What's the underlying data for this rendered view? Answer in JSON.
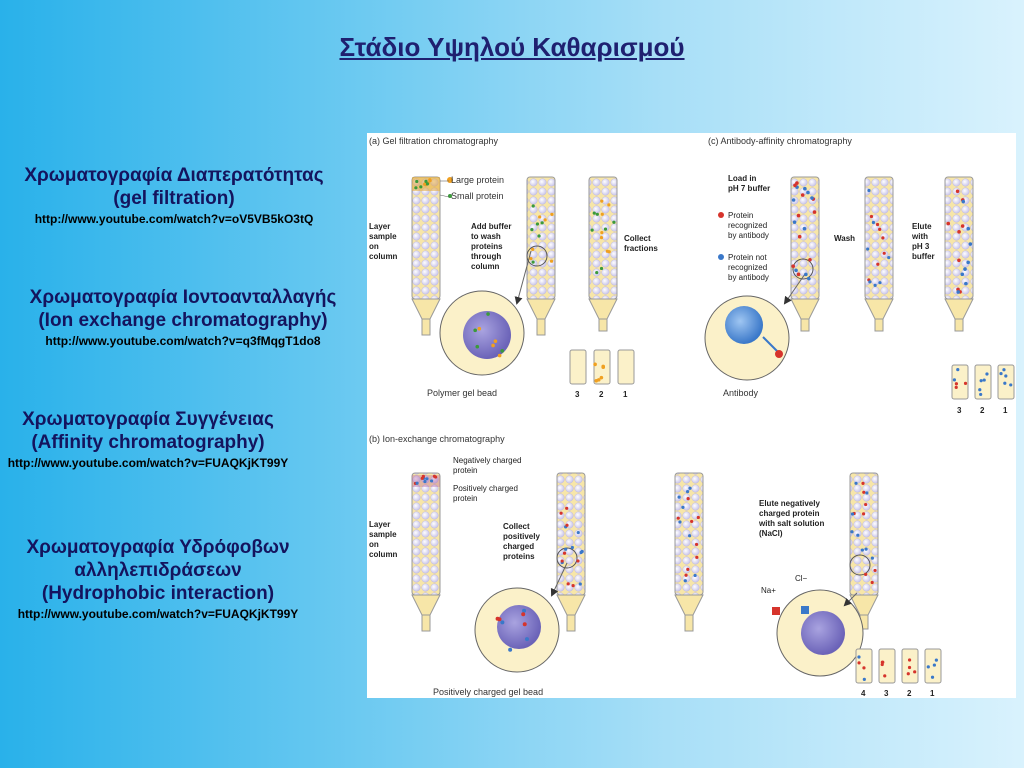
{
  "title": "Στάδιο Υψηλού Καθαρισμού",
  "methods": [
    {
      "lines": [
        "Χρωματογραφία Διαπερατότητας",
        "(gel filtration)"
      ],
      "url": "http://www.youtube.com/watch?v=oV5VB5kO3tQ"
    },
    {
      "lines": [
        "Χρωματογραφία Ιοντοανταλλαγής",
        "(Ion exchange chromatography)"
      ],
      "url": "http://www.youtube.com/watch?v=q3fMqgT1do8"
    },
    {
      "lines": [
        "Χρωματογραφία Συγγένειας",
        "(Affinity chromatography)"
      ],
      "url": "http://www.youtube.com/watch?v=FUAQKjKT99Y"
    },
    {
      "lines": [
        "Χρωματογραφία Υδρόφοβων",
        "αλληλεπιδράσεων",
        "(Hydrophobic interaction)"
      ],
      "url": "http://www.youtube.com/watch?v=FUAQKjKT99Y"
    }
  ],
  "figure": {
    "a": {
      "heading": "(a) Gel filtration chromatography",
      "legend_large": "Large protein",
      "legend_small": "Small protein",
      "step1": [
        "Layer",
        "sample",
        "on",
        "column"
      ],
      "step2": [
        "Add buffer",
        "to wash",
        "proteins",
        "through",
        "column"
      ],
      "step3": [
        "Collect",
        "fractions"
      ],
      "bead_label": "Polymer gel bead",
      "tubes": [
        "3",
        "2",
        "1"
      ]
    },
    "b": {
      "heading": "(b) Ion-exchange chromatography",
      "legend_neg": [
        "Negatively charged",
        "protein"
      ],
      "legend_pos": [
        "Positively charged",
        "protein"
      ],
      "step1": [
        "Layer",
        "sample",
        "on",
        "column"
      ],
      "step2": [
        "Collect",
        "positively",
        "charged",
        "proteins"
      ],
      "step3": [
        "Elute negatively",
        "charged protein",
        "with salt solution",
        "(NaCl)"
      ],
      "bead_label": "Positively charged gel bead",
      "na": "Na+",
      "cl": "Cl−",
      "tubes": [
        "4",
        "3",
        "2",
        "1"
      ]
    },
    "c": {
      "heading": "(c) Antibody-affinity chromatography",
      "load": [
        "Load in",
        "pH 7 buffer"
      ],
      "legend_rec": [
        "Protein",
        "recognized",
        "by antibody"
      ],
      "legend_not": [
        "Protein not",
        "recognized",
        "by antibody"
      ],
      "wash": "Wash",
      "elute": [
        "Elute",
        "with",
        "pH 3",
        "buffer"
      ],
      "antibody_label": "Antibody",
      "tubes": [
        "3",
        "2",
        "1"
      ]
    }
  },
  "colors": {
    "title": "#1f2070",
    "column_fill": "#f7e6a8",
    "bead_fill": "#d9d6f2",
    "protein_orange": "#f0a020",
    "protein_green": "#3b9a3b",
    "protein_red": "#d6342c",
    "protein_blue": "#3a78c9"
  }
}
